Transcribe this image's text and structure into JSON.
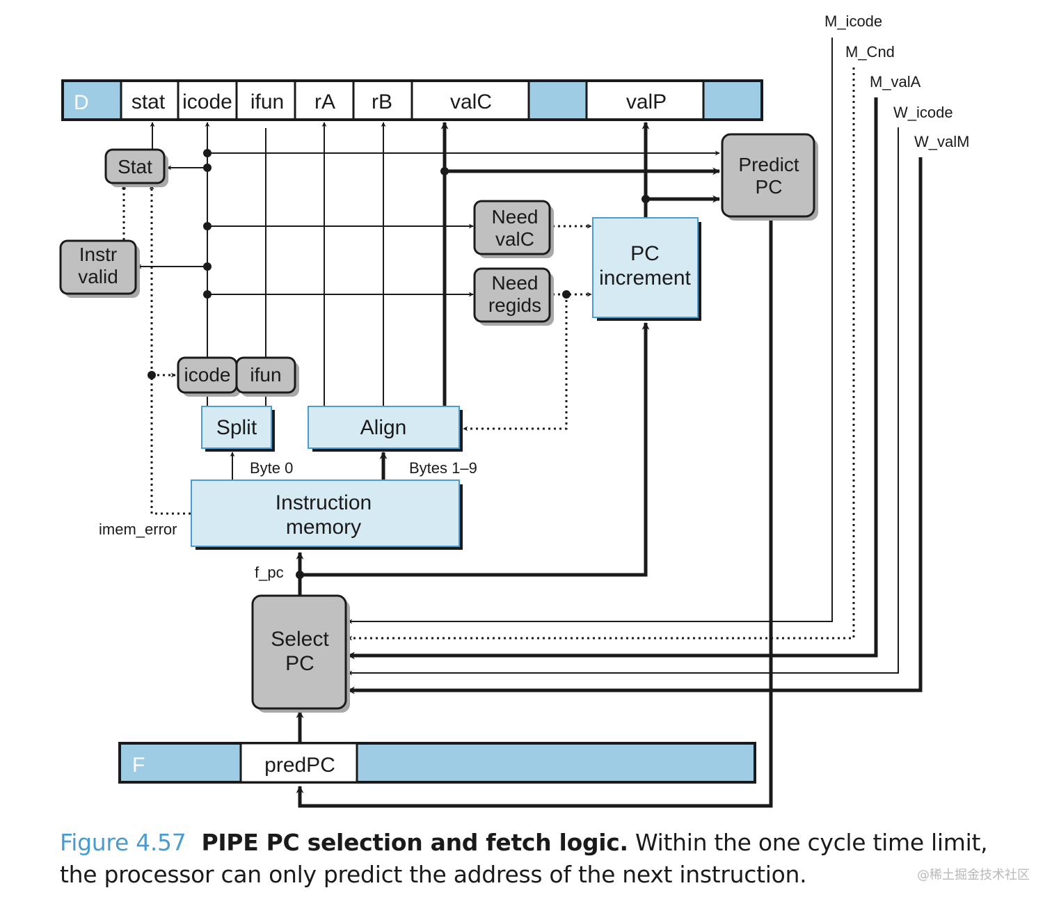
{
  "diagram": {
    "decode_register": {
      "stage_label": "D",
      "fields": [
        "stat",
        "icode",
        "ifun",
        "rA",
        "rB",
        "valC",
        "valP"
      ]
    },
    "fetch_register": {
      "stage_label": "F",
      "fields": [
        "predPC"
      ]
    },
    "control_blocks": {
      "stat": "Stat",
      "instr_valid": [
        "Instr",
        "valid"
      ],
      "need_valC": [
        "Need",
        "valC"
      ],
      "need_regids": [
        "Need",
        "regids"
      ],
      "predict_pc": [
        "Predict",
        "PC"
      ],
      "select_pc": [
        "Select",
        "PC"
      ],
      "icode": "icode",
      "ifun": "ifun"
    },
    "hardware_blocks": {
      "split": "Split",
      "align": "Align",
      "pc_increment": [
        "PC",
        "increment"
      ],
      "instruction_memory": [
        "Instruction",
        "memory"
      ]
    },
    "signal_labels": {
      "byte0": "Byte 0",
      "bytes1_9": "Bytes 1–9",
      "imem_error": "imem_error",
      "f_pc": "f_pc"
    },
    "forwarded_signals": [
      "M_icode",
      "M_Cnd",
      "M_valA",
      "W_icode",
      "W_valM"
    ],
    "colors": {
      "register_blue": "#9ecce5",
      "hardware_fill": "#d6eaf4",
      "hardware_border": "#4a9bd0",
      "control_fill": "#c0c0c0",
      "wire": "#1a1a1a",
      "caption_accent": "#4a9bd0"
    }
  },
  "caption": {
    "figure_number": "Figure 4.57",
    "title": "PIPE PC selection and fetch logic.",
    "text": " Within the one cycle time limit, the processor can only predict the address of the next instruction."
  },
  "watermark": "@稀土掘金技术社区"
}
